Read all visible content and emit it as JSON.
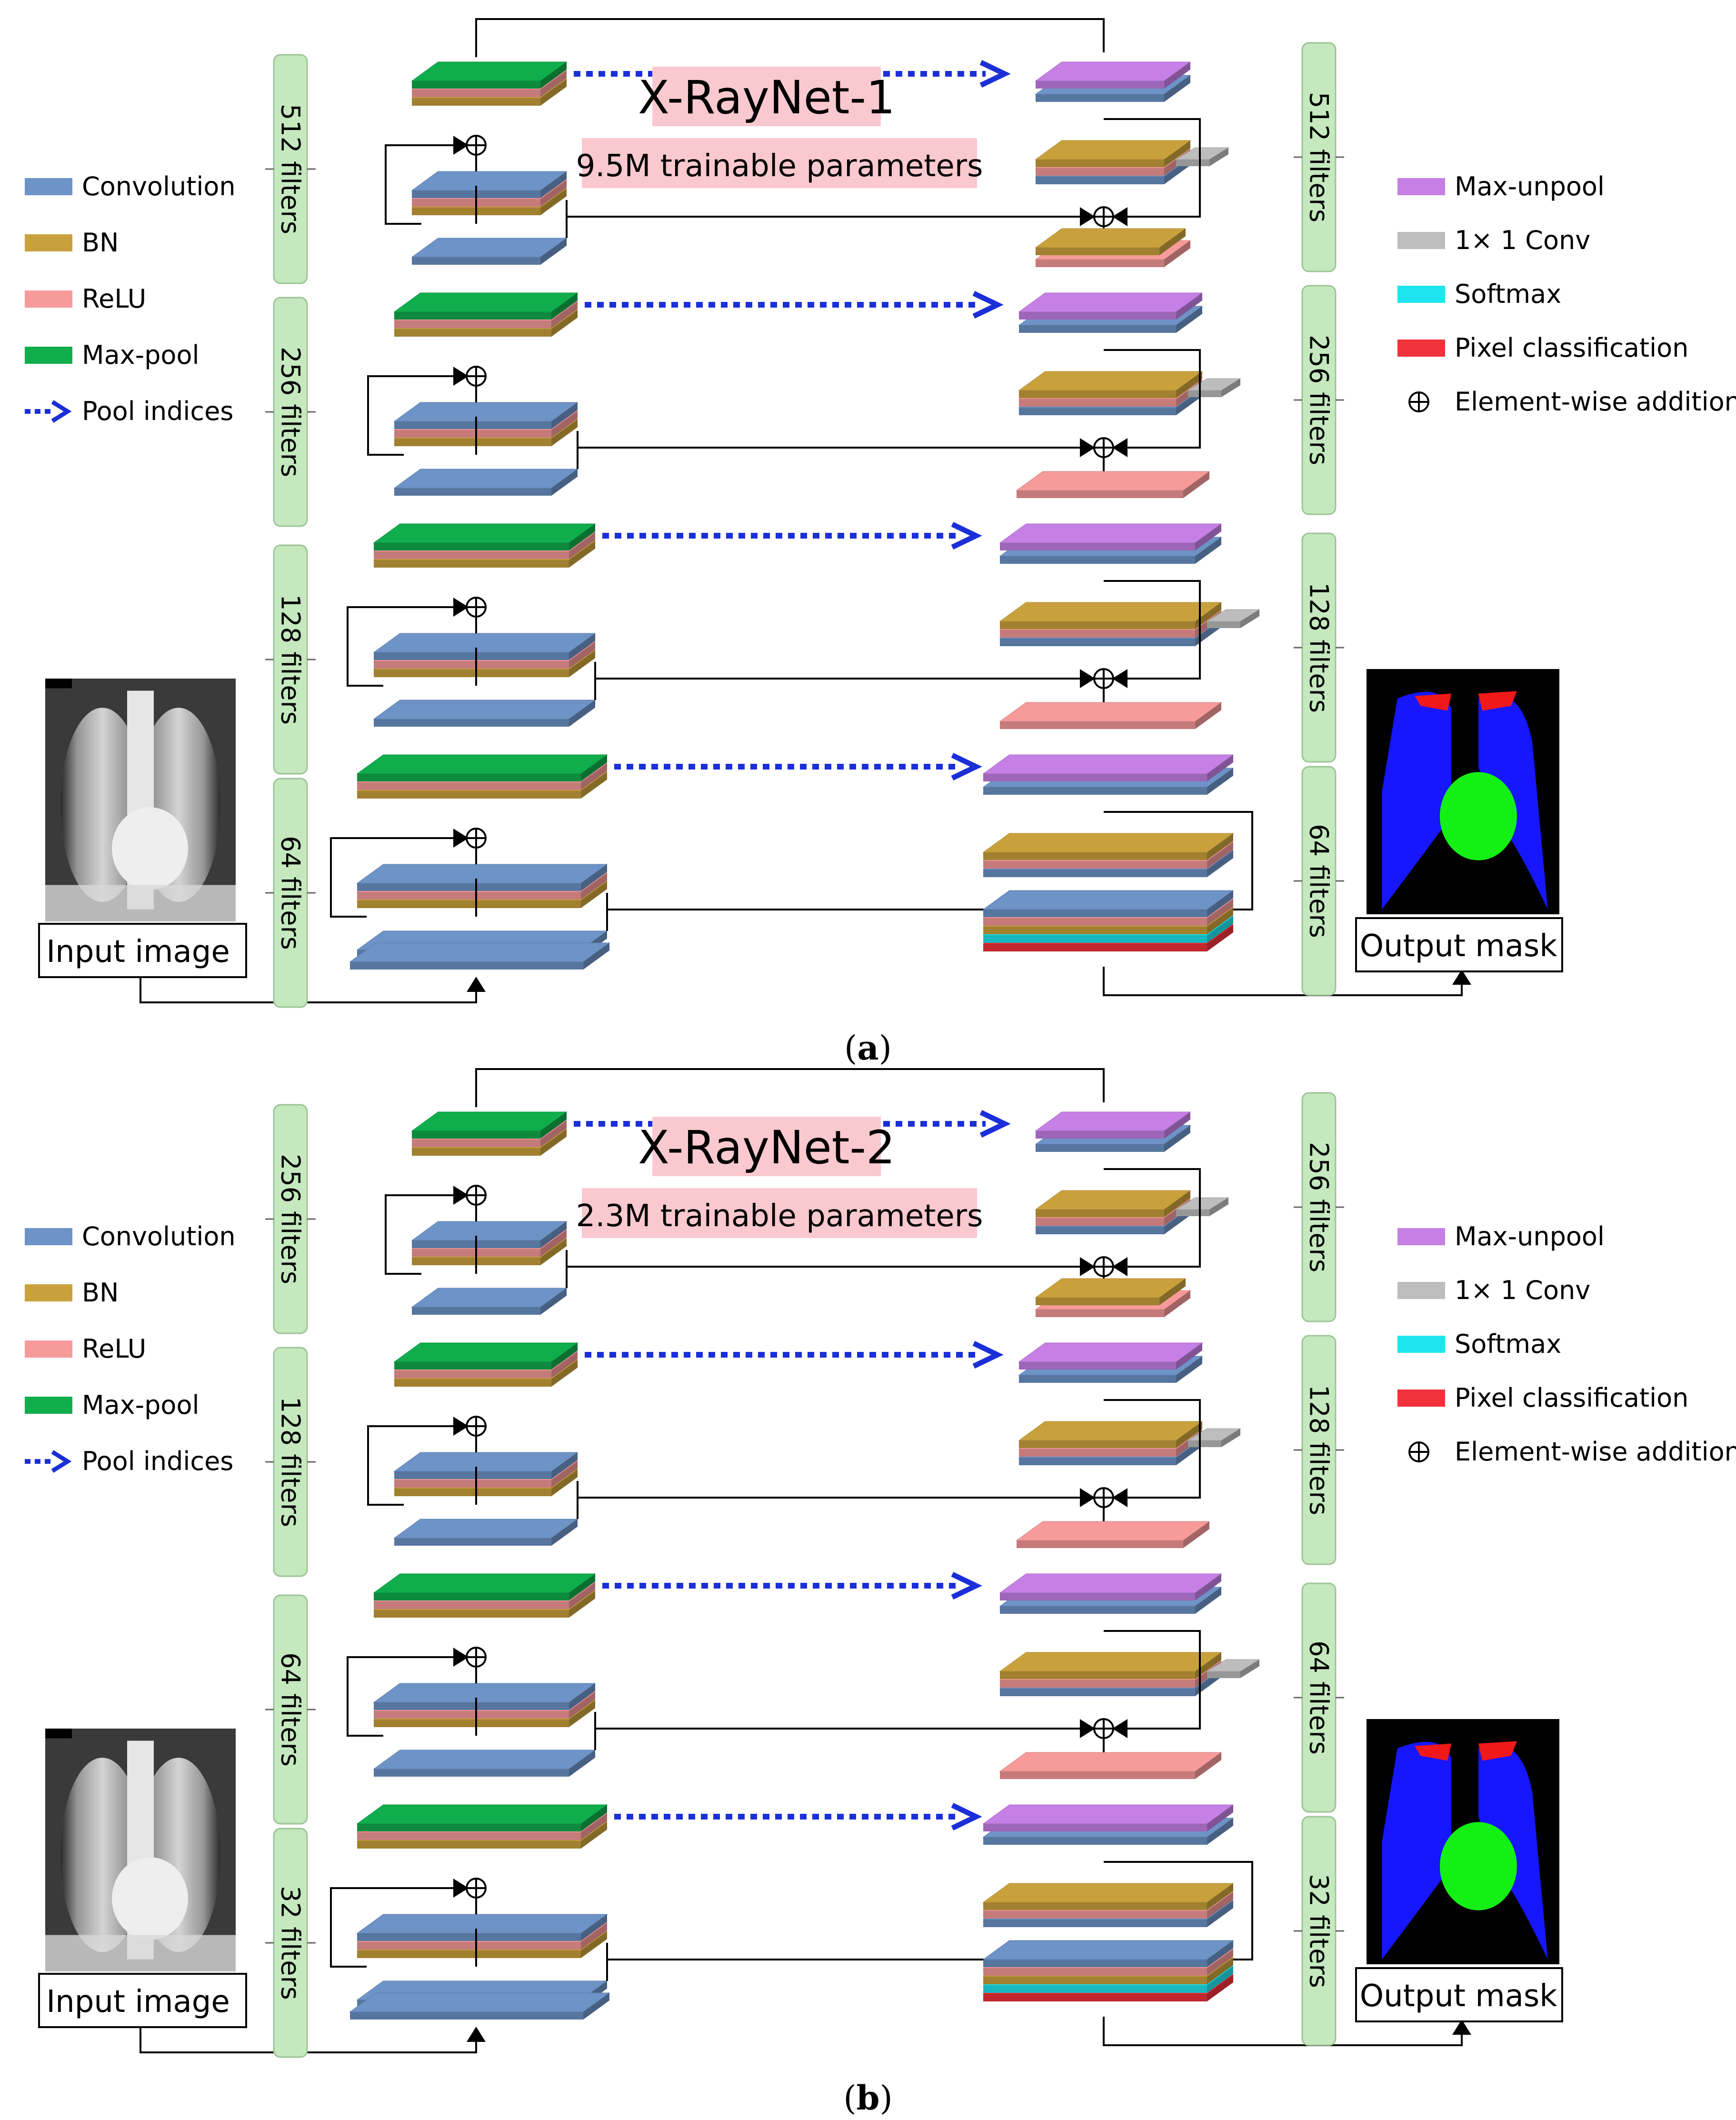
{
  "panels": [
    {
      "id": "a",
      "label": "a",
      "title": "X-RayNet-1",
      "subtitle": "9.5M trainable parameters",
      "left_filters": [
        "512 filters",
        "256 filters",
        "128 filters",
        "64 filters"
      ],
      "right_filters": [
        "512 filters",
        "256 filters",
        "128 filters",
        "64 filters"
      ],
      "input_caption": "Input image",
      "output_caption": "Output mask"
    },
    {
      "id": "b",
      "label": "b",
      "title": "X-RayNet-2",
      "subtitle": "2.3M trainable parameters",
      "left_filters": [
        "256 filters",
        "128 filters",
        "64 filters",
        "32 filters"
      ],
      "right_filters": [
        "256 filters",
        "128 filters",
        "64 filters",
        "32 filters"
      ],
      "input_caption": "Input image",
      "output_caption": "Output mask"
    }
  ],
  "legend_left": [
    {
      "label": "Convolution",
      "kind": "conv"
    },
    {
      "label": "BN",
      "kind": "bn"
    },
    {
      "label": "ReLU",
      "kind": "relu"
    },
    {
      "label": "Max-pool",
      "kind": "pool"
    },
    {
      "label": "Pool indices",
      "kind": "arrow"
    }
  ],
  "legend_right": [
    {
      "label": "Max-unpool",
      "kind": "unpool"
    },
    {
      "label": "1× 1 Conv",
      "kind": "conv1x1"
    },
    {
      "label": "Softmax",
      "kind": "softmax"
    },
    {
      "label": "Pixel classification",
      "kind": "pixel"
    },
    {
      "label": "Element-wise addition",
      "kind": "add",
      "icon": "circled-plus-icon"
    }
  ],
  "colors": {
    "conv": "#6d93c7",
    "bn": "#c9a13c",
    "relu": "#f79a9a",
    "pool": "#10ad4c",
    "unpool": "#c57fe5",
    "conv1x1": "#bdbdbd",
    "softmax": "#1de5f0",
    "pixel": "#f0323a",
    "filters_box": "#c5e8bf",
    "title_box": "#f9c9cf",
    "arrow": "#1b2fd8",
    "mask_lung": "#1616ff",
    "mask_heart": "#14f014",
    "mask_clavicle": "#f01818"
  }
}
